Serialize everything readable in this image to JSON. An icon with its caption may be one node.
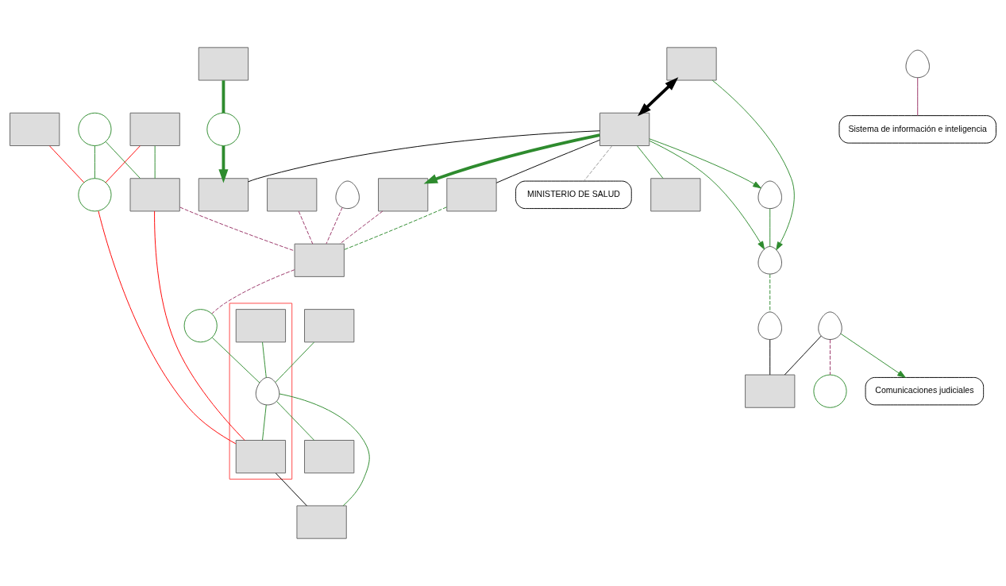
{
  "diagram": {
    "nodes": [
      {
        "text": [],
        "shape": "box"
      },
      {
        "text": [],
        "shape": "box"
      },
      {
        "text": [],
        "shape": "circle"
      },
      {
        "text": [],
        "shape": "box"
      },
      {
        "text": [],
        "shape": "box"
      },
      {
        "text": [],
        "shape": "box"
      },
      {
        "text": [],
        "shape": "circle"
      },
      {
        "text": [],
        "shape": "box"
      },
      {
        "text": [],
        "shape": "box"
      },
      {
        "text": [],
        "shape": "box"
      },
      {
        "text": [],
        "shape": "circle"
      },
      {
        "text": [
          "MINISTERIO DE SALUD"
        ]
      },
      {
        "text": [],
        "shape": "box"
      },
      {
        "text": [],
        "shape": "box"
      },
      {
        "text": [],
        "shape": "box"
      },
      {
        "text": [],
        "shape": "box"
      },
      {
        "text": [],
        "shape": "box"
      },
      {
        "text": [
          "Sistema de información e inteligencia"
        ]
      },
      {
        "text": [],
        "shape": "circle"
      },
      {
        "text": [],
        "shape": "box"
      },
      {
        "text": [],
        "shape": "box",
        "in": 19
      },
      {
        "text": [],
        "shape": "person",
        "in": 19
      },
      {
        "text": [],
        "shape": "box",
        "in": 19
      },
      {
        "text": [],
        "shape": "box"
      },
      {
        "text": [],
        "shape": "circle"
      },
      {
        "text": [
          "Comunicaciones judiciales"
        ]
      },
      {
        "text": [],
        "shape": "box"
      },
      {
        "text": [],
        "shape": "box"
      },
      {
        "text": [],
        "shape": "person"
      },
      {
        "text": [],
        "shape": "person"
      },
      {
        "text": [],
        "shape": "person"
      },
      {
        "text": [],
        "shape": "person"
      },
      {
        "text": [],
        "shape": "person"
      },
      {
        "text": [],
        "shape": "person"
      }
    ],
    "edges": [
      {
        "from": 0,
        "to": 1,
        "arrow": "both",
        "style": "thick",
        "color": "#000000"
      },
      {
        "from": 1,
        "to": 7,
        "arrow": "to",
        "style": "thick"
      },
      {
        "from": 1,
        "to": 28,
        "arrow": "to"
      },
      {
        "from": 1,
        "to": 29,
        "arrow": "to"
      },
      {
        "from": 1,
        "to": 8,
        "arrow": "none",
        "color": "#000000"
      },
      {
        "from": 1,
        "to": 14,
        "arrow": "none",
        "color": "#000000"
      },
      {
        "from": 1,
        "to": 13,
        "arrow": "none"
      },
      {
        "from": 1,
        "to": 11,
        "arrow": "none",
        "style": "dashed",
        "color": "#999999"
      },
      {
        "from": 0,
        "to": 29,
        "arrow": "to"
      },
      {
        "from": 2,
        "to": 4,
        "arrow": "none"
      },
      {
        "from": 2,
        "to": 6,
        "arrow": "none"
      },
      {
        "from": 3,
        "to": 4,
        "arrow": "none"
      },
      {
        "from": 3,
        "to": 6,
        "arrow": "none",
        "color": "#ff0000"
      },
      {
        "from": 5,
        "to": 6,
        "arrow": "none",
        "color": "#ff0000"
      },
      {
        "from": 6,
        "to": 22,
        "arrow": "none",
        "color": "#ff0000"
      },
      {
        "from": 4,
        "to": 22,
        "arrow": "none",
        "color": "#ff0000"
      },
      {
        "from": 4,
        "to": 16,
        "arrow": "none",
        "style": "dashed",
        "color": "#993366"
      },
      {
        "from": 7,
        "to": 16,
        "arrow": "none",
        "style": "dashed",
        "color": "#993366"
      },
      {
        "from": 10,
        "to": 8,
        "arrow": "to",
        "style": "thick"
      },
      {
        "from": 9,
        "to": 10,
        "arrow": "none",
        "style": "thick"
      },
      {
        "from": 32,
        "to": 16,
        "arrow": "none",
        "style": "dashed",
        "color": "#993366"
      },
      {
        "from": 33,
        "to": 17,
        "arrow": "none",
        "color": "#993366"
      },
      {
        "from": 16,
        "to": 18,
        "arrow": "none",
        "style": "dashed",
        "color": "#993366"
      },
      {
        "from": 28,
        "to": 29,
        "arrow": "none"
      },
      {
        "from": 29,
        "to": 30,
        "arrow": "none",
        "style": "dashed"
      },
      {
        "from": 14,
        "to": 16,
        "arrow": "none",
        "style": "dashed"
      },
      {
        "from": 15,
        "to": 16,
        "arrow": "none",
        "style": "dashed",
        "color": "#993366"
      },
      {
        "from": 30,
        "to": 23,
        "arrow": "none",
        "color": "#000000"
      },
      {
        "from": 31,
        "to": 24,
        "arrow": "none",
        "style": "dashed",
        "color": "#993366"
      },
      {
        "from": 31,
        "to": 25,
        "arrow": "to"
      },
      {
        "from": 31,
        "to": 23,
        "arrow": "none",
        "color": "#000000"
      },
      {
        "from": 20,
        "to": 21,
        "arrow": "none"
      },
      {
        "from": 21,
        "to": 22,
        "arrow": "none"
      },
      {
        "from": 18,
        "to": 21,
        "arrow": "none"
      },
      {
        "from": 21,
        "to": 26,
        "arrow": "none"
      },
      {
        "from": 21,
        "to": 27,
        "arrow": "none"
      },
      {
        "from": 22,
        "to": 26,
        "arrow": "none",
        "color": "#000000"
      },
      {
        "from": 12,
        "to": 21,
        "arrow": "none"
      }
    ]
  }
}
